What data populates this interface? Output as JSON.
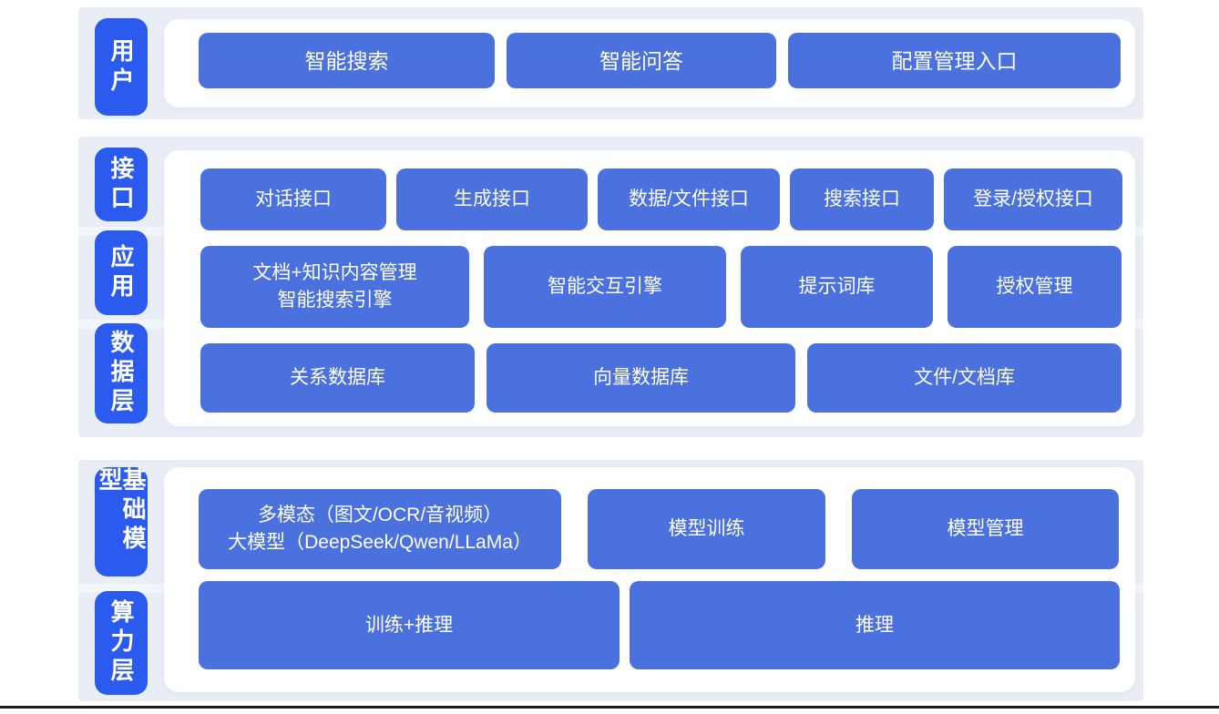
{
  "colors": {
    "layer_label_blue": "#2b5aee",
    "block_blue": "#4a71dd",
    "section_background": "#e9eef6",
    "divider_stripe": "#f1f6fb",
    "card_background": "#ffffff",
    "bottom_rule": "#171c26"
  },
  "diagram": {
    "sections": [
      {
        "name": "user-layer",
        "rows": [
          {
            "layer_label": "用户",
            "blocks": [
              {
                "lines": [
                  "智能搜索"
                ]
              },
              {
                "lines": [
                  "智能问答"
                ]
              },
              {
                "lines": [
                  "配置管理入口"
                ]
              }
            ]
          }
        ]
      },
      {
        "name": "platform-layer",
        "rows": [
          {
            "layer_label": "接口",
            "blocks": [
              {
                "lines": [
                  "对话接口"
                ]
              },
              {
                "lines": [
                  "生成接口"
                ]
              },
              {
                "lines": [
                  "数据/文件接口"
                ]
              },
              {
                "lines": [
                  "搜索接口"
                ]
              },
              {
                "lines": [
                  "登录/授权接口"
                ]
              }
            ]
          },
          {
            "layer_label": "应用",
            "blocks": [
              {
                "lines": [
                  "文档+知识内容管理",
                  "智能搜索引擎"
                ]
              },
              {
                "lines": [
                  "智能交互引擎"
                ]
              },
              {
                "lines": [
                  "提示词库"
                ]
              },
              {
                "lines": [
                  "授权管理"
                ]
              }
            ]
          },
          {
            "layer_label": "数据层",
            "blocks": [
              {
                "lines": [
                  "关系数据库"
                ]
              },
              {
                "lines": [
                  "向量数据库"
                ]
              },
              {
                "lines": [
                  "文件/文档库"
                ]
              }
            ]
          }
        ]
      },
      {
        "name": "foundation-layer",
        "rows": [
          {
            "layer_label": "基础模型",
            "blocks": [
              {
                "lines": [
                  "多模态（图文/OCR/音视频）",
                  "大模型（DeepSeek/Qwen/LLaMa）"
                ]
              },
              {
                "lines": [
                  "模型训练"
                ]
              },
              {
                "lines": [
                  "模型管理"
                ]
              }
            ]
          },
          {
            "layer_label": "算力层",
            "blocks": [
              {
                "lines": [
                  "训练+推理"
                ]
              },
              {
                "lines": [
                  "推理"
                ]
              }
            ]
          }
        ]
      }
    ]
  }
}
